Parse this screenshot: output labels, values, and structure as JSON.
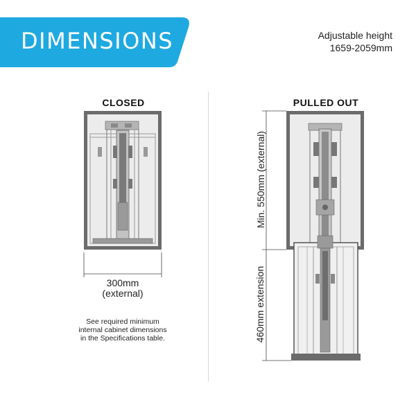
{
  "banner": {
    "title": "DIMENSIONS",
    "color": "#1fa9e1"
  },
  "adjustable": {
    "line1": "Adjustable height",
    "line2": "1659-2059mm"
  },
  "closed": {
    "heading": "CLOSED",
    "width_line1": "300mm",
    "width_line2": "(external)"
  },
  "pulled_out": {
    "heading": "PULLED OUT",
    "upper_label": "Min. 550mm (external)",
    "lower_label": "460mm extension"
  },
  "footnote": {
    "line1": "See required minimum",
    "line2": "internal cabinet dimensions",
    "line3": "in the Specifications table."
  },
  "colors": {
    "cabinet": "#6b6b6b",
    "interior": "#e9e9e9",
    "mechanism": "#8a8a8a"
  }
}
